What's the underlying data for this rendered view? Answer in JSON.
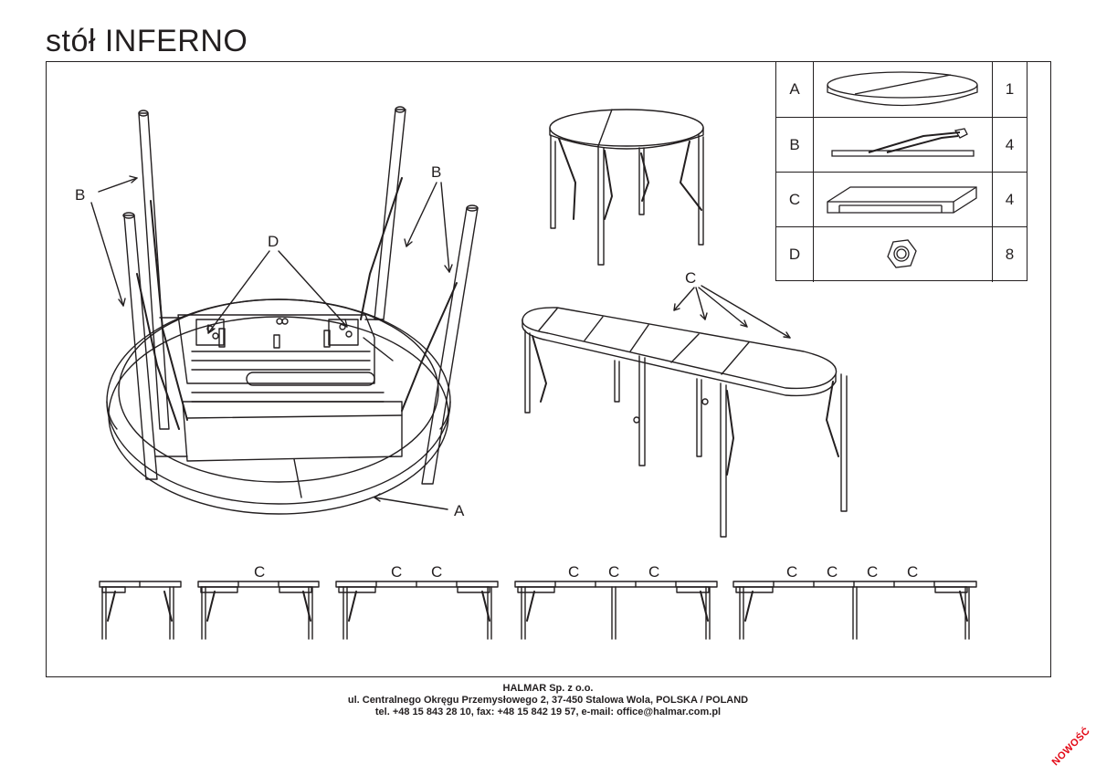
{
  "title": "stół INFERNO",
  "parts": [
    {
      "letter": "A",
      "qty": "1",
      "icon": "tabletop-icon"
    },
    {
      "letter": "B",
      "qty": "4",
      "icon": "leg-icon"
    },
    {
      "letter": "C",
      "qty": "4",
      "icon": "extension-leaf-icon"
    },
    {
      "letter": "D",
      "qty": "8",
      "icon": "nut-icon"
    }
  ],
  "callouts": {
    "b_left": "B",
    "b_right": "B",
    "d_top": "D",
    "a_bottom": "A",
    "c_top": "C"
  },
  "configurations": [
    {
      "labels": []
    },
    {
      "labels": [
        "C"
      ]
    },
    {
      "labels": [
        "C",
        "C"
      ]
    },
    {
      "labels": [
        "C",
        "C",
        "C"
      ]
    },
    {
      "labels": [
        "C",
        "C",
        "C",
        "C"
      ]
    }
  ],
  "footer": {
    "company": "HALMAR Sp. z o.o.",
    "address": "ul. Centralnego Okręgu Przemysłowego 2, 37-450 Stalowa Wola, POLSKA / POLAND",
    "contact": "tel. +48 15 843 28 10, fax: +48 15 842 19 57, e-mail: office@halmar.com.pl"
  },
  "badge": "NOWOŚĆ",
  "colors": {
    "line": "#231f20",
    "badge": "#e30613"
  }
}
